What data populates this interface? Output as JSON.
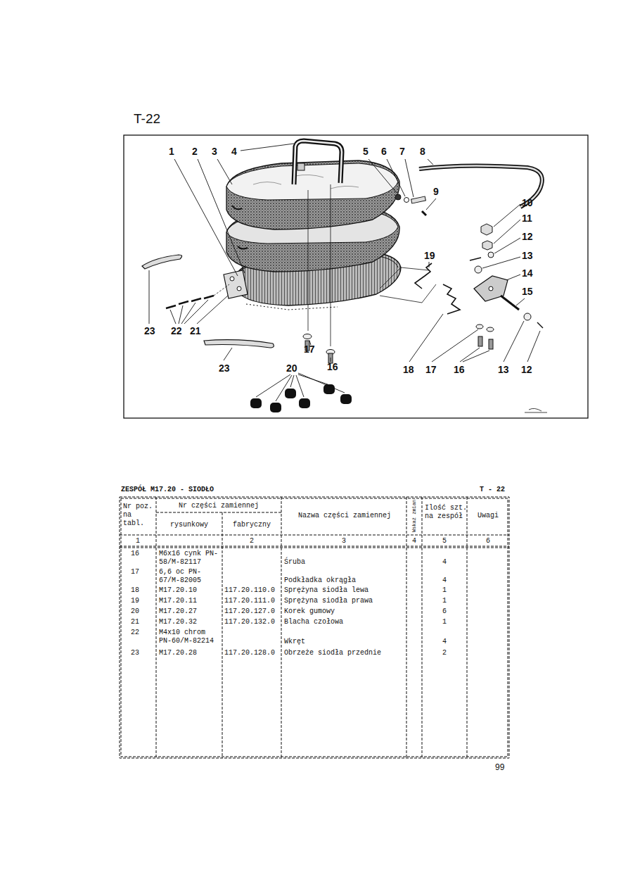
{
  "diagram": {
    "title": "ZESPÓŁ M17.20 - SIODŁO",
    "labels": [
      "T-22",
      "1",
      "2",
      "3",
      "4",
      "5",
      "6",
      "7",
      "8",
      "9",
      "10",
      "11",
      "12",
      "13",
      "14",
      "15",
      "19",
      "23",
      "22",
      "21",
      "17",
      "16",
      "23",
      "20",
      "18",
      "17",
      "16",
      "13",
      "12",
      "T - 22",
      "Nr poz. na tabl.",
      "Nr części zamiennej",
      "rysunkowy",
      "fabryczny",
      "Nazwa części zamiennej",
      "Wskaź zmian",
      "Ilość szt. na zespół",
      "Uwagi",
      "1",
      "2",
      "3",
      "4",
      "5",
      "6",
      "16",
      "M6x16 cynk PN-58/M-82117",
      "Śruba",
      "4",
      "17",
      "6,6 oc PN-67/M-82005",
      "Podkładka okrągła",
      "4",
      "18",
      "M17.20.10",
      "117.20.110.0",
      "Sprężyna siodła lewa",
      "1",
      "19",
      "M17.20.11",
      "117.20.111.0",
      "Sprężyna siodła prawa",
      "1",
      "20",
      "M17.20.27",
      "117.20.127.0",
      "Korek gumowy",
      "6",
      "21",
      "M17.20.32",
      "117.20.132.0",
      "Blacha czołowa",
      "1",
      "22",
      "M4x10 chrom PN-60/M-82214",
      "Wkręt",
      "4",
      "23",
      "M17.20.28",
      "117.20.128.0",
      "Obrzeże siodła przednie",
      "2",
      "99"
    ]
  }
}
